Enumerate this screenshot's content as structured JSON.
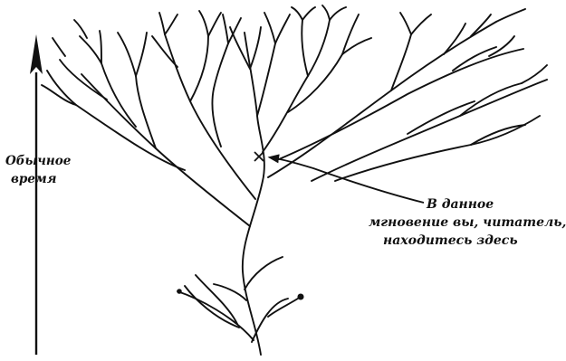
{
  "time_axis": {
    "label_line1": "Обычное",
    "label_line2": "время"
  },
  "note": {
    "line1": "В данное",
    "line2": "мгновение вы, читатель,",
    "line3": "находитесь здесь"
  },
  "marker": {
    "glyph": "×"
  },
  "colors": {
    "ink": "#111111",
    "paper": "#ffffff"
  }
}
